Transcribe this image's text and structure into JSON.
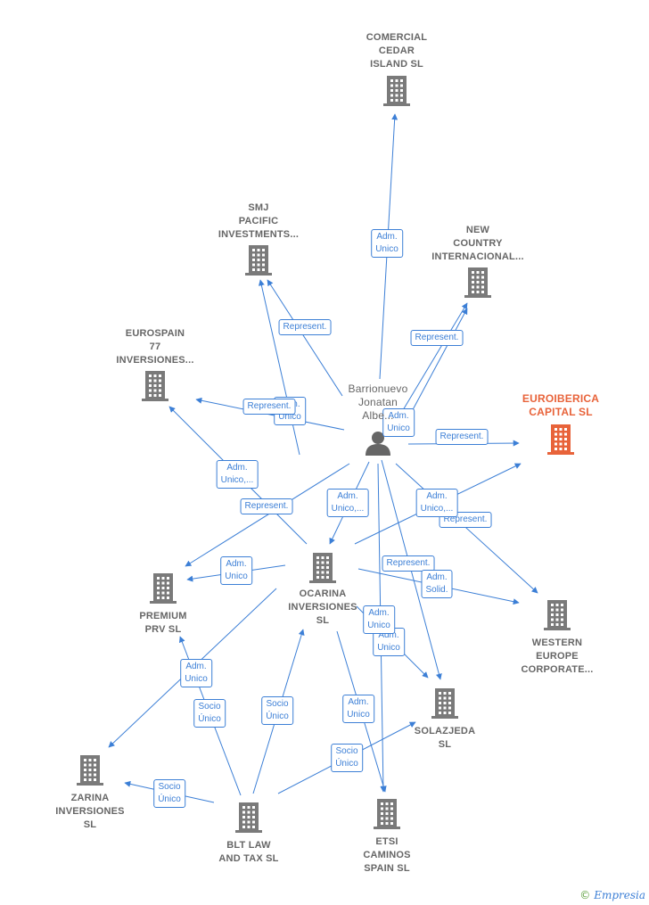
{
  "nodes": [
    {
      "id": "comercial",
      "label": [
        "COMERCIAL",
        "CEDAR",
        "ISLAND  SL"
      ]
    },
    {
      "id": "smj",
      "label": [
        "SMJ",
        "PACIFIC",
        "INVESTMENTS..."
      ]
    },
    {
      "id": "newcountry",
      "label": [
        "NEW",
        "COUNTRY",
        "INTERNACIONAL..."
      ]
    },
    {
      "id": "eurospain",
      "label": [
        "EUROSPAIN",
        "77",
        "INVERSIONES..."
      ]
    },
    {
      "id": "euroiberica",
      "label": [
        "EUROIBERICA",
        "CAPITAL  SL"
      ],
      "main": true
    },
    {
      "id": "person",
      "label": [
        "Barrionuevo",
        "Jonatan",
        "Albe..."
      ],
      "person": true
    },
    {
      "id": "ocarina",
      "label": [
        "OCARINA",
        "INVERSIONES",
        "SL"
      ]
    },
    {
      "id": "premium",
      "label": [
        "PREMIUM",
        "PRV  SL"
      ]
    },
    {
      "id": "western",
      "label": [
        "WESTERN",
        "EUROPE",
        "CORPORATE..."
      ]
    },
    {
      "id": "solazjeda",
      "label": [
        "SOLAZJEDA",
        "SL"
      ]
    },
    {
      "id": "zarina",
      "label": [
        "ZARINA",
        "INVERSIONES",
        "SL"
      ]
    },
    {
      "id": "bltlaw",
      "label": [
        "BLT LAW",
        "AND TAX  SL"
      ]
    },
    {
      "id": "etsi",
      "label": [
        "ETSI",
        "CAMINOS",
        "SPAIN  SL"
      ]
    }
  ],
  "edges": [
    {
      "from": "person",
      "to": "comercial",
      "label": [
        "Adm.",
        "Unico"
      ]
    },
    {
      "from": "person",
      "to": "smj",
      "label": [
        "Represent."
      ]
    },
    {
      "from": "person",
      "to": "smj",
      "label": [
        "Adm.",
        "Unico"
      ]
    },
    {
      "from": "person",
      "to": "newcountry",
      "label": [
        "Represent."
      ]
    },
    {
      "from": "person",
      "to": "newcountry",
      "label": [
        "Adm.",
        "Unico"
      ]
    },
    {
      "from": "person",
      "to": "eurospain",
      "label": [
        "Represent."
      ]
    },
    {
      "from": "person",
      "to": "euroiberica",
      "label": [
        "Represent."
      ]
    },
    {
      "from": "person",
      "to": "premium",
      "label": [
        "Represent."
      ]
    },
    {
      "from": "person",
      "to": "ocarina",
      "label": [
        "Adm.",
        "Unico,..."
      ]
    },
    {
      "from": "person",
      "to": "western",
      "label": [
        "Represent."
      ]
    },
    {
      "from": "person",
      "to": "solazjeda",
      "label": [
        "Represent."
      ]
    },
    {
      "from": "person",
      "to": "etsi",
      "label": [
        "Adm.",
        "Unico"
      ]
    },
    {
      "from": "ocarina",
      "to": "eurospain",
      "label": [
        "Adm.",
        "Unico,..."
      ]
    },
    {
      "from": "ocarina",
      "to": "premium",
      "label": [
        "Adm.",
        "Unico"
      ]
    },
    {
      "from": "ocarina",
      "to": "euroiberica",
      "label": [
        "Adm.",
        "Unico,..."
      ]
    },
    {
      "from": "ocarina",
      "to": "western",
      "label": [
        "Adm.",
        "Solid."
      ]
    },
    {
      "from": "ocarina",
      "to": "solazjeda",
      "label": [
        "Adm.",
        "Unico"
      ]
    },
    {
      "from": "ocarina",
      "to": "zarina",
      "label": [
        "Adm.",
        "Unico"
      ]
    },
    {
      "from": "ocarina",
      "to": "etsi",
      "label": [
        "Adm.",
        "Unico"
      ]
    },
    {
      "from": "bltlaw",
      "to": "premium",
      "label": [
        "Socio",
        "Único"
      ]
    },
    {
      "from": "bltlaw",
      "to": "ocarina",
      "label": [
        "Socio",
        "Único"
      ]
    },
    {
      "from": "bltlaw",
      "to": "zarina",
      "label": [
        "Socio",
        "Único"
      ]
    },
    {
      "from": "bltlaw",
      "to": "solazjeda",
      "label": [
        "Socio",
        "Único"
      ]
    }
  ],
  "colors": {
    "edge": "#3c7fd6",
    "building": "#7a7a7a",
    "main_building": "#e8633a",
    "person": "#666666"
  },
  "brand": {
    "symbol": "©",
    "name": "Empresia"
  }
}
